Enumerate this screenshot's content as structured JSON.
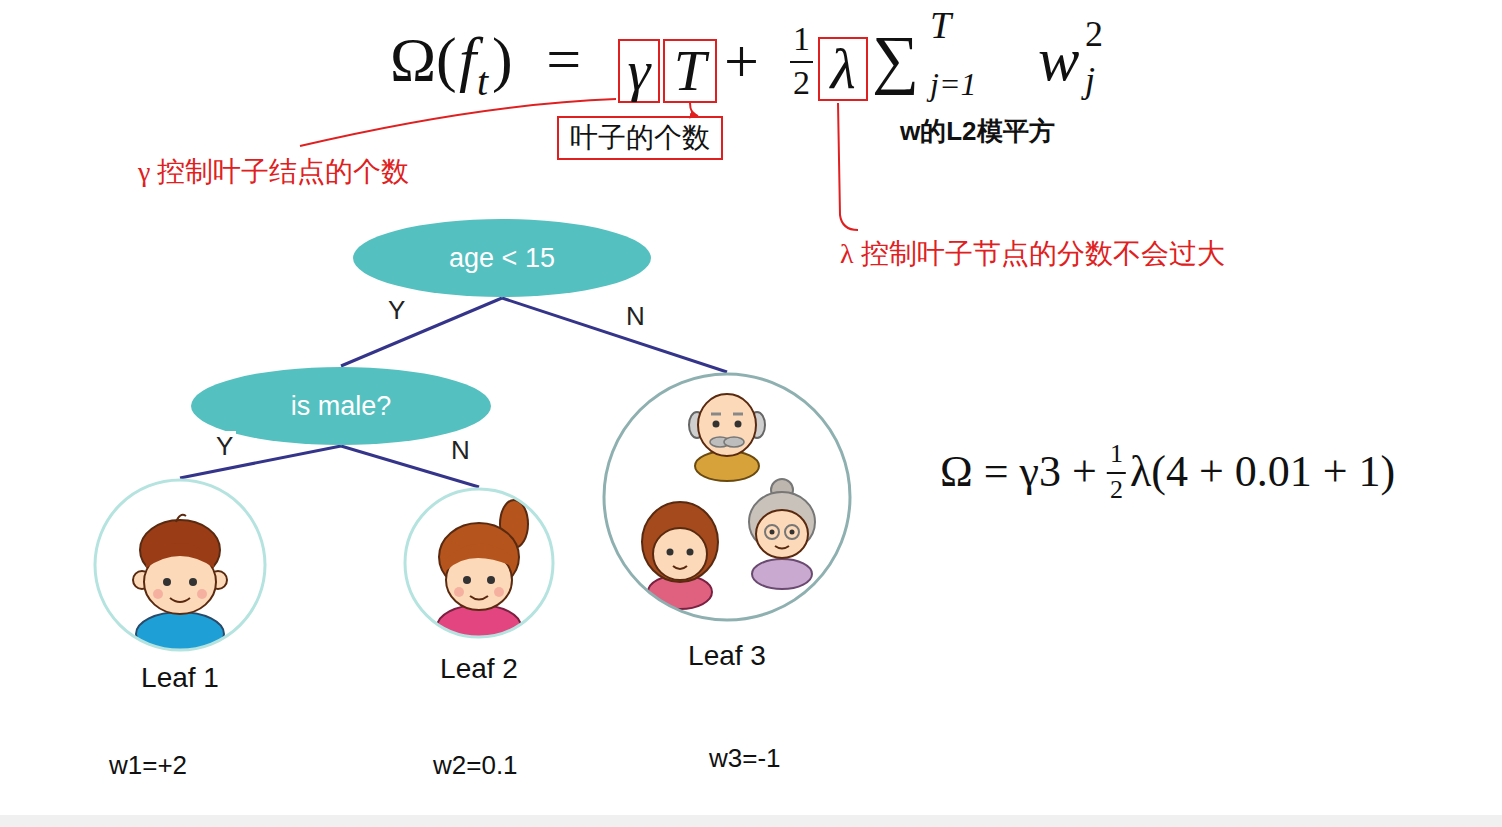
{
  "diagram": {
    "nodes": [
      {
        "text": [
          "γ"
        ]
      },
      {
        "text": [
          "T"
        ]
      },
      {
        "text": [
          "λ"
        ]
      },
      {
        "text": [
          "叶子的个数"
        ]
      },
      {
        "text": [
          "age < 15"
        ]
      },
      {
        "text": [
          "is male?"
        ]
      },
      {
        "text": [
          "Leaf 1"
        ]
      },
      {
        "text": [
          "Leaf 2"
        ]
      },
      {
        "text": [
          "Leaf 3"
        ]
      }
    ],
    "edges": [
      {
        "from": 1,
        "to": 3,
        "arrow": "to"
      },
      {
        "from": 4,
        "to": 5,
        "label": "Y",
        "arrow": "none"
      },
      {
        "from": 4,
        "to": 8,
        "label": "N",
        "arrow": "none"
      },
      {
        "from": 5,
        "to": 6,
        "label": "Y",
        "arrow": "none"
      },
      {
        "from": 5,
        "to": 7,
        "label": "N",
        "arrow": "none"
      }
    ],
    "labels": [
      "Ω(",
      "f",
      "t",
      ") =",
      "+",
      "1",
      "2",
      "∑",
      "T",
      "j=1",
      "w",
      "2",
      "j",
      "w的L2模平方",
      "γ 控制叶子结点的个数",
      "λ 控制叶子节点的分数不会过大",
      "w1=+2",
      "w2=0.1",
      "w3=-1",
      "Ω = γ3 +",
      "1",
      "2",
      "λ(4 + 0.01 + 1)"
    ]
  }
}
